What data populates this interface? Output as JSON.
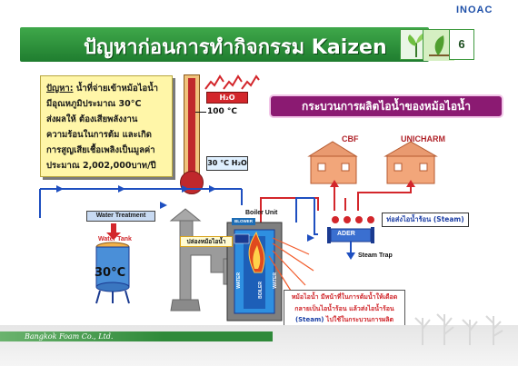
{
  "header": {
    "brand": "INOAC",
    "title": "ปัญหาก่อนการทำกิจกรรม Kaizen",
    "page_number": "6"
  },
  "problem_box": {
    "label": "ปัญหา:",
    "lines": [
      "น้ำที่จ่ายเข้าหม้อไอน้ำ",
      "มีอุณหภูมิประมาณ 30°C",
      "ส่งผลให้ ต้องเสียพลังงาน",
      "ความร้อนในการต้ม และเกิด",
      "การสูญเสียเชื้อเพลิงเป็นมูลค่า",
      "ประมาณ 2,002,000บาท/ปี"
    ]
  },
  "thermometer": {
    "top_label": "H₂O",
    "top_temp": "100 °C",
    "bottom_label": "30 °C  H₂O"
  },
  "process_title": "กระบวนการผลิตไอน้ำของหม้อไอน้ำ",
  "buildings": {
    "left": "CBF",
    "right": "UNICHARM"
  },
  "diagram_labels": {
    "steam_pipe": "ท่อส่งไอน้ำร้อน (Steam)",
    "header": "ADER",
    "steam_trap": "Steam Trap",
    "water_treatment": "Water Treatment",
    "water_tank": "Water Tank",
    "tank_temp": "30°C",
    "boiler_unit": "Boiler Unit",
    "boiler_tag": "BLOWER",
    "chimney": "ปล่องหม้อไอน้ำ",
    "wall_left": "WATER",
    "wall_mid": "BOILER",
    "wall_right": "WATER"
  },
  "boiler_note": {
    "line1": "หม้อไอน้ำ มีหน้าที่ในการต้มน้ำให้เดือด",
    "line2": "กลายเป็นไอน้ำร้อน แล้วส่งไอน้ำร้อน",
    "line3_steam": "(Steam)",
    "line3_rest": " ไปใช้ในกระบวนการผลิต"
  },
  "footer": {
    "company": "Bangkok Foam Co., Ltd."
  },
  "colors": {
    "title_green": "#2f8a3a",
    "process_magenta": "#8b1a72",
    "flow_blue": "#1e4fc0",
    "hot_red": "#d3262b"
  }
}
